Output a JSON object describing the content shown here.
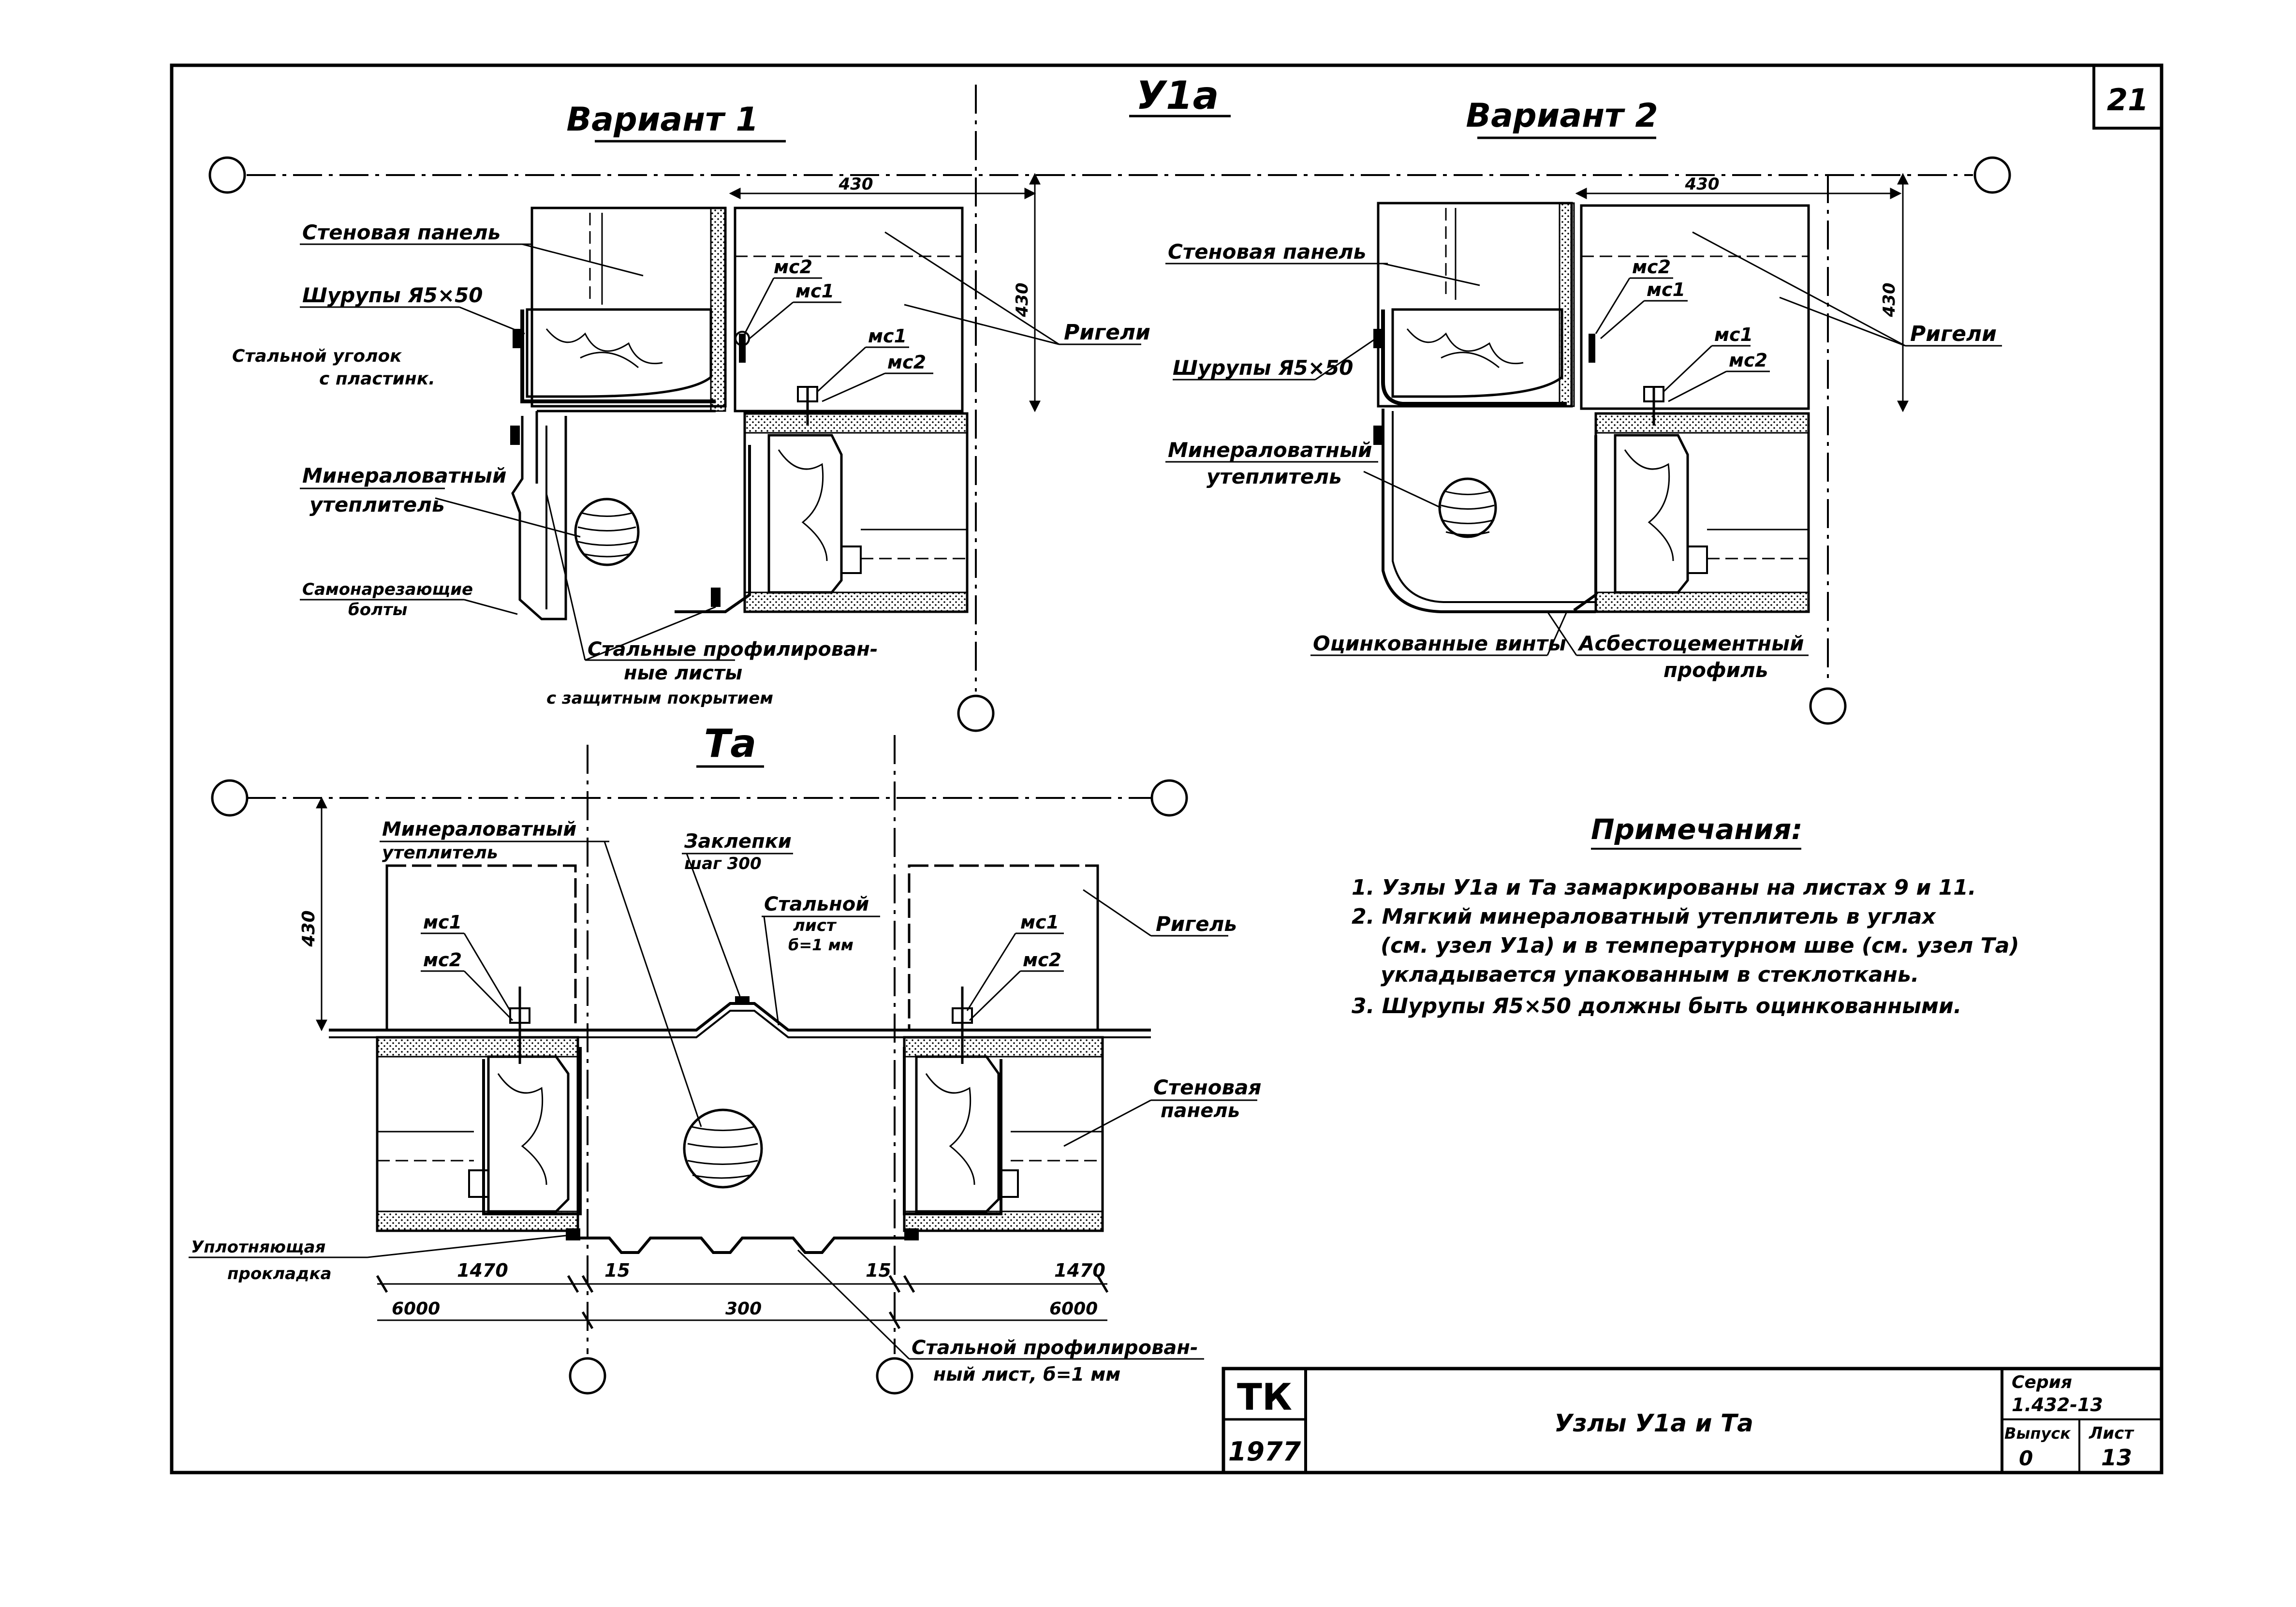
{
  "sheet_number": "21",
  "top": {
    "node_title": "У1а",
    "variant1": {
      "title": "Вариант 1",
      "dim_width": "430",
      "dim_height": "430",
      "labels": {
        "wall_panel": "Стеновая панель",
        "screws": "Шурупы Я5×50",
        "steel_angle": "Стальной уголок",
        "steel_angle_2": "с пластинк.",
        "insulation": "Минераловатный",
        "insulation_2": "утеплитель",
        "bolts": "Самонарезающие",
        "bolts_2": "болты",
        "girders": "Ригели",
        "profiled_sheets": "Стальные профилирован-",
        "profiled_sheets_2": "ные листы",
        "profiled_sheets_3": "с защитным покрытием",
        "mc2_a": "мс2",
        "mc1_a": "мс1",
        "mc1_b": "мс1",
        "mc2_b": "мс2"
      }
    },
    "variant2": {
      "title": "Вариант 2",
      "dim_width": "430",
      "dim_height": "430",
      "labels": {
        "wall_panel": "Стеновая панель",
        "screws": "Шурупы Я5×50",
        "insulation": "Минераловатный",
        "insulation_2": "утеплитель",
        "girders": "Ригели",
        "galv_screws": "Оцинкованные винты",
        "asbestos": "Асбестоцементный",
        "asbestos_2": "профиль",
        "mc2_a": "мс2",
        "mc1_a": "мс1",
        "mc1_b": "мс1",
        "mc2_b": "мс2"
      }
    }
  },
  "bottom": {
    "node_title": "Та",
    "dim_height": "430",
    "labels": {
      "insulation": "Минераловатный",
      "insulation_2": "утеплитель",
      "rivets": "Заклепки",
      "rivets_2": "шаг 300",
      "steel_sheet": "Стальной",
      "steel_sheet_2": "лист",
      "steel_sheet_3": "б=1 мм",
      "girder": "Ригель",
      "wall_panel": "Стеновая",
      "wall_panel_2": "панель",
      "gasket": "Уплотняющая",
      "gasket_2": "прокладка",
      "profiled_sheet": "Стальной профилирован-",
      "profiled_sheet_2": "ный лист, б=1 мм",
      "mc1_l": "мс1",
      "mc2_l": "мс2",
      "mc1_r": "мс1",
      "mc2_r": "мс2"
    },
    "dims": {
      "d1470_l": "1470",
      "d15_l": "15",
      "d15_r": "15",
      "d1470_r": "1470",
      "d6000_l": "6000",
      "d300": "300",
      "d6000_r": "6000"
    }
  },
  "notes": {
    "title": "Примечания:",
    "items": [
      "1. Узлы У1а и Та замаркированы на листах 9 и 11.",
      "2. Мягкий минераловатный утеплитель в углах",
      "(см. узел У1а) и в температурном шве (см. узел Та)",
      "укладывается упакованным в стеклоткань.",
      "3. Шурупы Я5×50 должны быть оцинкованными."
    ]
  },
  "title_block": {
    "org": "ТК",
    "year": "1977",
    "title": "Узлы У1а и Та",
    "series_label": "Серия",
    "series": "1.432-13",
    "issue_label": "Выпуск",
    "issue": "0",
    "sheet_label": "Лист",
    "sheet": "13"
  }
}
